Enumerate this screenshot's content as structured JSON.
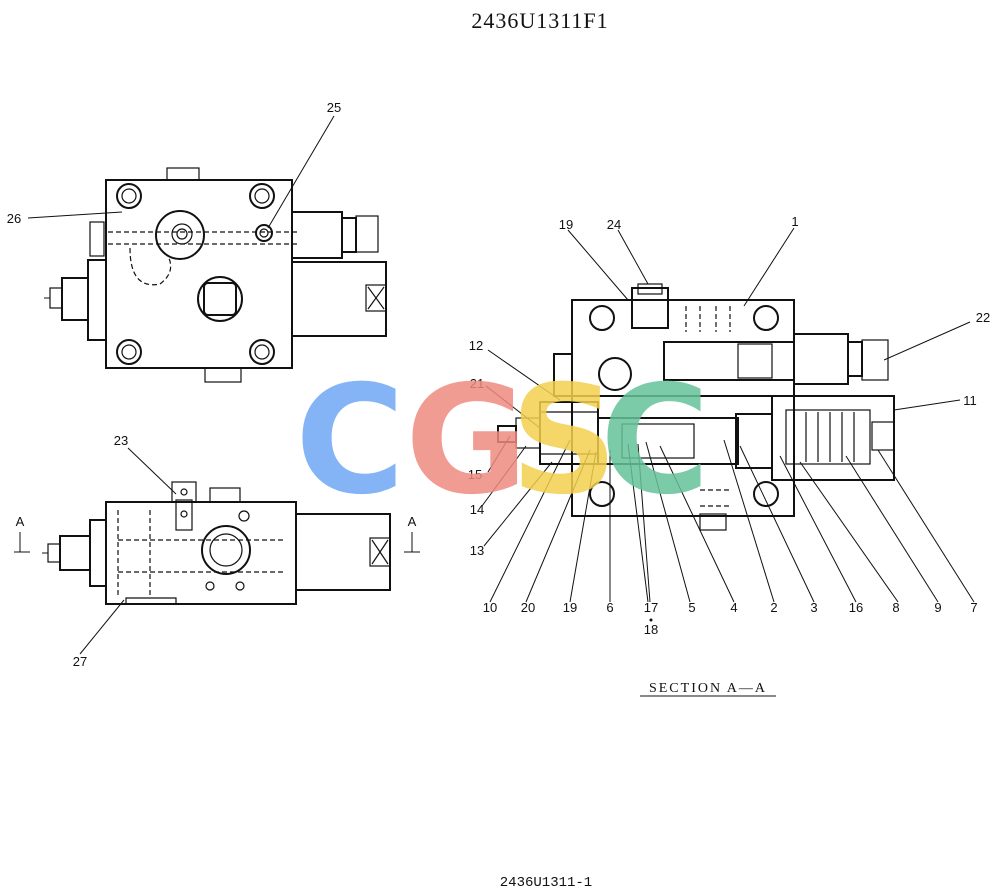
{
  "title": "2436U1311F1",
  "footer": "2436U1311-1",
  "section_label": "SECTION  A—A",
  "section_marker": "A",
  "watermark": "CGSC",
  "watermark_colors": [
    "#6fa8f5",
    "#ee8b80",
    "#f3cf4f",
    "#66c29a"
  ],
  "callouts": {
    "top_view": [
      "25",
      "26"
    ],
    "side_view": [
      "23",
      "27"
    ],
    "section": [
      "1",
      "2",
      "3",
      "4",
      "5",
      "6",
      "7",
      "8",
      "9",
      "10",
      "11",
      "12",
      "13",
      "14",
      "15",
      "16",
      "17",
      "18",
      "19",
      "19",
      "20",
      "21",
      "22",
      "24"
    ]
  }
}
